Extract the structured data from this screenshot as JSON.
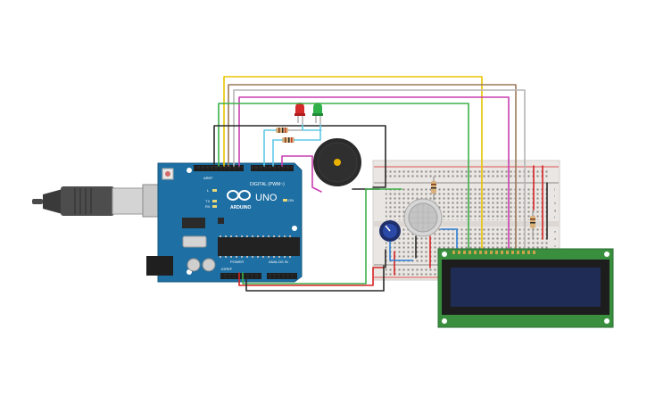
{
  "board": {
    "brand": "ARDUINO",
    "model": "UNO",
    "digital_label": "DIGITAL (PWM~)",
    "power_label": "POWER",
    "analog_label": "ANALOG IN",
    "label_tx": "TX",
    "label_rx": "RX",
    "label_l": "L",
    "label_on": "ON",
    "label_aref": "AREF",
    "label_ioref": "IOREF"
  },
  "breadboard": {
    "row_letters": [
      "a",
      "b",
      "c",
      "d",
      "e",
      "f",
      "g",
      "h",
      "i",
      "j"
    ]
  },
  "colors": {
    "board": "#1e6fa3",
    "breadboard": "#eae6e3",
    "lcd_pcb": "#3a8f3f",
    "lcd_screen": "#1f2c55",
    "wire_red": "#d62323",
    "wire_black": "#2a2a2a",
    "wire_green": "#3db04a",
    "wire_yellow": "#e8c400",
    "wire_brown": "#9a7a5a",
    "wire_pink": "#c93fb0",
    "wire_gray": "#a8a8a8",
    "wire_cyan": "#5fc8e8",
    "led_red": "#d42a2a",
    "led_green": "#2fb14a"
  }
}
